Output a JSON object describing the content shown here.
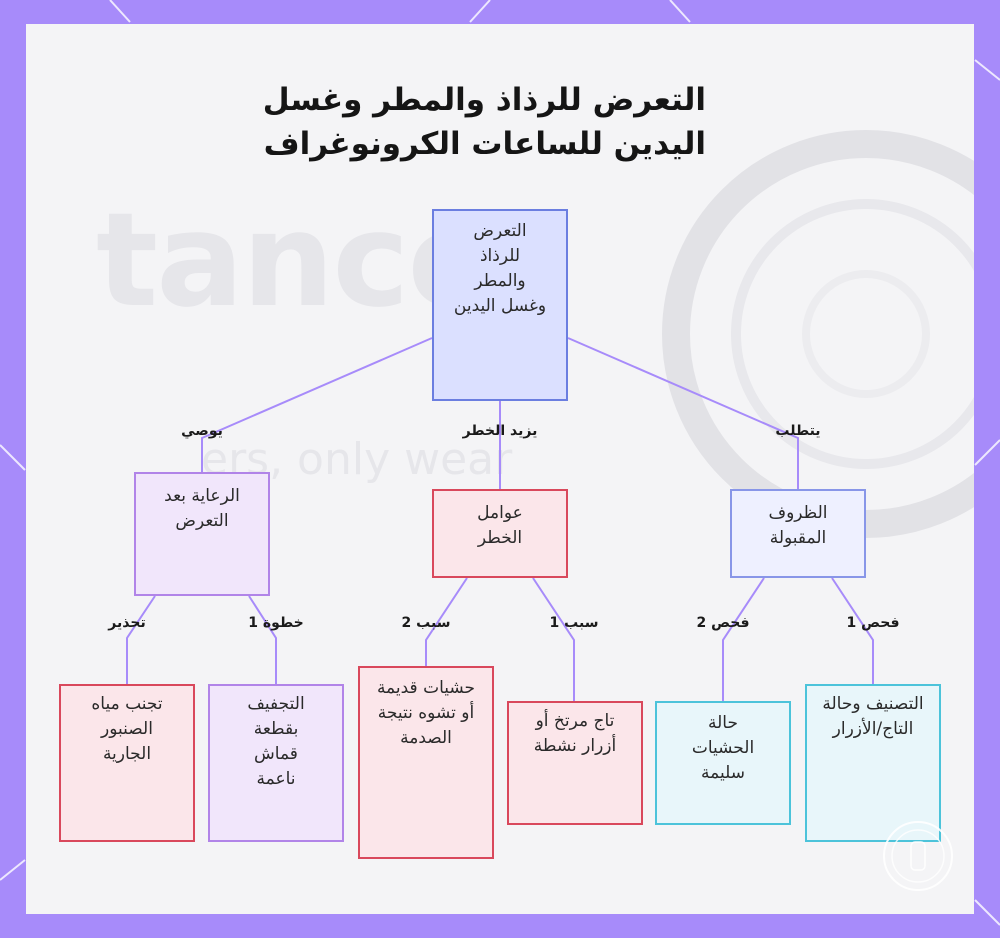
{
  "title": {
    "line1": "التعرض للرذاذ والمطر وغسل",
    "line2": "اليدين للساعات الكرونوغراف"
  },
  "watermark": {
    "text1": "tance",
    "text2": "ers, only wear"
  },
  "colors": {
    "frame": "#a78bfa",
    "edge": "#a78bfa",
    "root_fill": "#dbe0ff",
    "root_border": "#6b7ee0",
    "care_fill": "#f1e6fb",
    "care_border": "#b184e8",
    "risk_fill": "#fbe6ea",
    "risk_border": "#d9485c",
    "cond_fill": "#eef0ff",
    "cond_border": "#8896e8",
    "check_fill": "#e8f6fa",
    "check_border": "#4cc3da"
  },
  "nodes": {
    "root": "التعرض للرذاذ والمطر وغسل اليدين",
    "care": "الرعاية بعد التعرض",
    "risk": "عوامل الخطر",
    "conditions": "الظروف المقبولة",
    "avoid_tap": "تجنب مياه الصنبور الجارية",
    "dry_cloth": "التجفيف بقطعة قماش ناعمة",
    "old_gaskets": "حشيات قديمة أو تشوه نتيجة الصدمة",
    "loose_crown": "تاج مرتخ أو أزرار نشطة",
    "gaskets_ok": "حالة الحشيات سليمة",
    "rating": "التصنيف وحالة التاج/الأزرار"
  },
  "edges": {
    "recommends": "يوصي",
    "increases_risk": "يزيد الخطر",
    "requires": "يتطلب",
    "warning": "تحذير",
    "step1": "خطوة 1",
    "cause2": "سبب 2",
    "cause1": "سبب 1",
    "check2": "فحص 2",
    "check1": "فحص 1"
  }
}
